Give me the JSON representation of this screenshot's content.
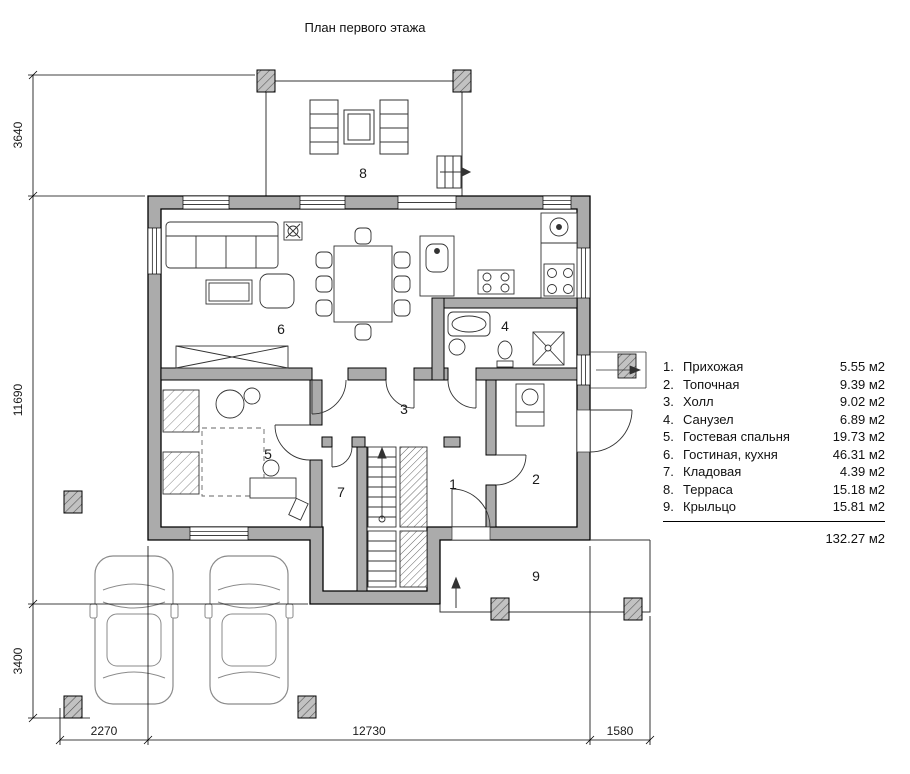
{
  "title": "План первого этажа",
  "plan": {
    "room_labels": {
      "r1": "1",
      "r2": "2",
      "r3": "3",
      "r4": "4",
      "r5": "5",
      "r6": "6",
      "r7": "7",
      "r8": "8",
      "r9": "9"
    }
  },
  "dimensions": {
    "left_top": "3640",
    "left_middle": "11690",
    "left_bottom": "3400",
    "bottom_left": "2270",
    "bottom_middle": "12730",
    "bottom_right": "1580"
  },
  "legend": {
    "items": [
      {
        "num": "1.",
        "name": "Прихожая",
        "area": "5.55 м2"
      },
      {
        "num": "2.",
        "name": "Топочная",
        "area": "9.39 м2"
      },
      {
        "num": "3.",
        "name": "Холл",
        "area": "9.02 м2"
      },
      {
        "num": "4.",
        "name": "Санузел",
        "area": "6.89 м2"
      },
      {
        "num": "5.",
        "name": "Гостевая спальня",
        "area": "19.73 м2"
      },
      {
        "num": "6.",
        "name": "Гостиная, кухня",
        "area": "46.31 м2"
      },
      {
        "num": "7.",
        "name": "Кладовая",
        "area": "4.39 м2"
      },
      {
        "num": "8.",
        "name": "Терраса",
        "area": "15.18 м2"
      },
      {
        "num": "9.",
        "name": "Крыльцо",
        "area": "15.81 м2"
      }
    ],
    "total": "132.27 м2"
  }
}
